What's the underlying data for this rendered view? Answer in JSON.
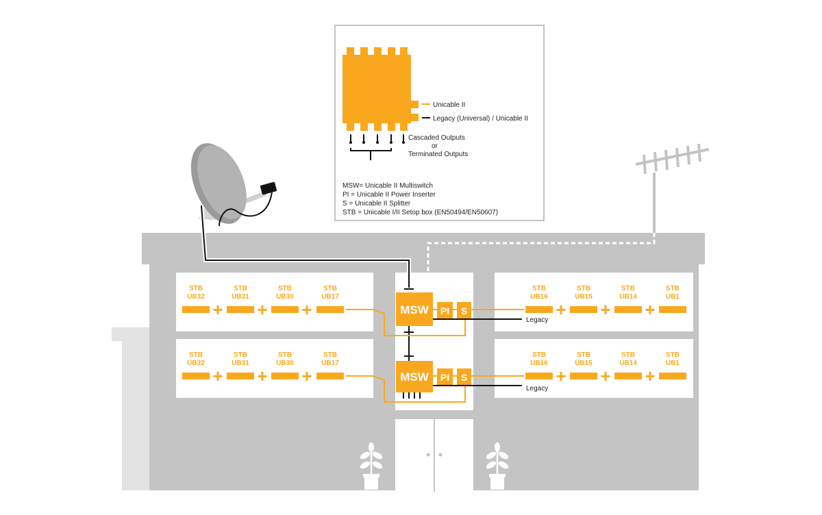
{
  "colors": {
    "accent": "#f9a81e",
    "building": "#c4c4c4",
    "panel": "#ffffff",
    "cable": "#111111"
  },
  "legend": {
    "unicable": "Unicable II",
    "legacy": "Legacy (Universal) / Unicable II",
    "cascaded": "Cascaded Outputs",
    "or": "or",
    "terminated": "Terminated Outputs",
    "definitions": [
      "MSW= Unicable II Multiswitch",
      "PI = Unicable II Power Inserter",
      "S = Unicable II Splitter",
      "STB = Unicable I/II Setop box (EN50494/EN50607)"
    ]
  },
  "floors": [
    {
      "left_stbs": [
        {
          "line1": "STB",
          "line2": "UB32"
        },
        {
          "line1": "STB",
          "line2": "UB31"
        },
        {
          "line1": "STB",
          "line2": "UB30"
        },
        {
          "line1": "STB",
          "line2": "UB17"
        }
      ],
      "right_stbs": [
        {
          "line1": "STB",
          "line2": "UB16"
        },
        {
          "line1": "STB",
          "line2": "UB15"
        },
        {
          "line1": "STB",
          "line2": "UB14"
        },
        {
          "line1": "STB",
          "line2": "UB1"
        }
      ],
      "msw": "MSW",
      "pi": "PI",
      "s": "S",
      "legacy": "Legacy"
    },
    {
      "left_stbs": [
        {
          "line1": "STB",
          "line2": "UB32"
        },
        {
          "line1": "STB",
          "line2": "UB31"
        },
        {
          "line1": "STB",
          "line2": "UB30"
        },
        {
          "line1": "STB",
          "line2": "UB17"
        }
      ],
      "right_stbs": [
        {
          "line1": "STB",
          "line2": "UB16"
        },
        {
          "line1": "STB",
          "line2": "UB15"
        },
        {
          "line1": "STB",
          "line2": "UB14"
        },
        {
          "line1": "STB",
          "line2": "UB1"
        }
      ],
      "msw": "MSW",
      "pi": "PI",
      "s": "S",
      "legacy": "Legacy"
    }
  ],
  "icons": [
    "satellite-dish-icon",
    "tv-antenna-icon",
    "plant-icon",
    "door-icon"
  ]
}
